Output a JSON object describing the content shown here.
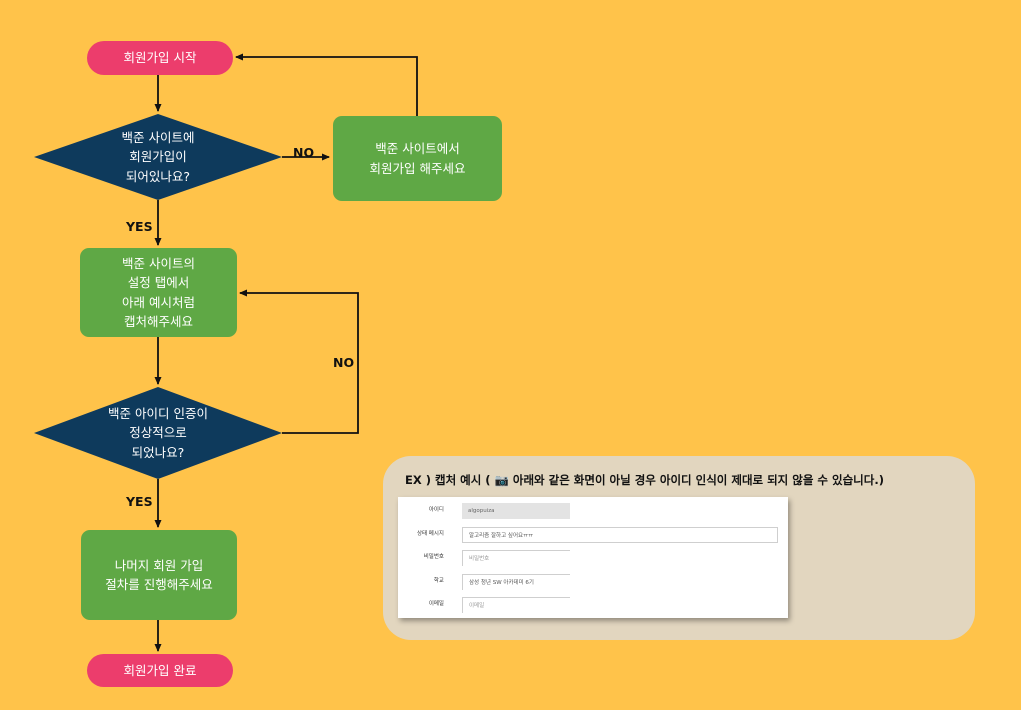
{
  "flow": {
    "start": "회원가입 시작",
    "decision_member": "백준 사이트에\n회원가입이\n되어있나요?",
    "signup": "백준 사이트에서\n회원가입 해주세요",
    "capture": "백준 사이트의\n설정 탭에서\n아래 예시처럼\n캡처해주세요",
    "decision_auth": "백준 아이디 인증이\n정상적으로\n되었나요?",
    "remaining": "나머지 회원 가입\n절차를 진행해주세요",
    "end": "회원가입 완료",
    "label_no_1": "NO",
    "label_yes_1": "YES",
    "label_no_2": "NO",
    "label_yes_2": "YES"
  },
  "example": {
    "title": "EX ) 캡처 예시 ( 📷 아래와 같은 화면이 아닐 경우 아이디 인식이 제대로 되지 않을 수 있습니다.)",
    "rows": [
      {
        "key": "아이디",
        "value": "algopuiza"
      },
      {
        "key": "상태 메시지",
        "value": "알고리즘 잘하고 싶어요ㅠㅠ"
      },
      {
        "key": "비밀번호",
        "value": "비밀번호"
      },
      {
        "key": "학교",
        "value": "삼성 청년 SW 아카데미 6기"
      },
      {
        "key": "이메일",
        "value": "이메일"
      }
    ]
  },
  "colors": {
    "background": "#FFC34A",
    "terminal": "#EC3D6C",
    "process": "#5FA845",
    "decision": "#0E3A5C",
    "panel": "#E2D6BF"
  }
}
